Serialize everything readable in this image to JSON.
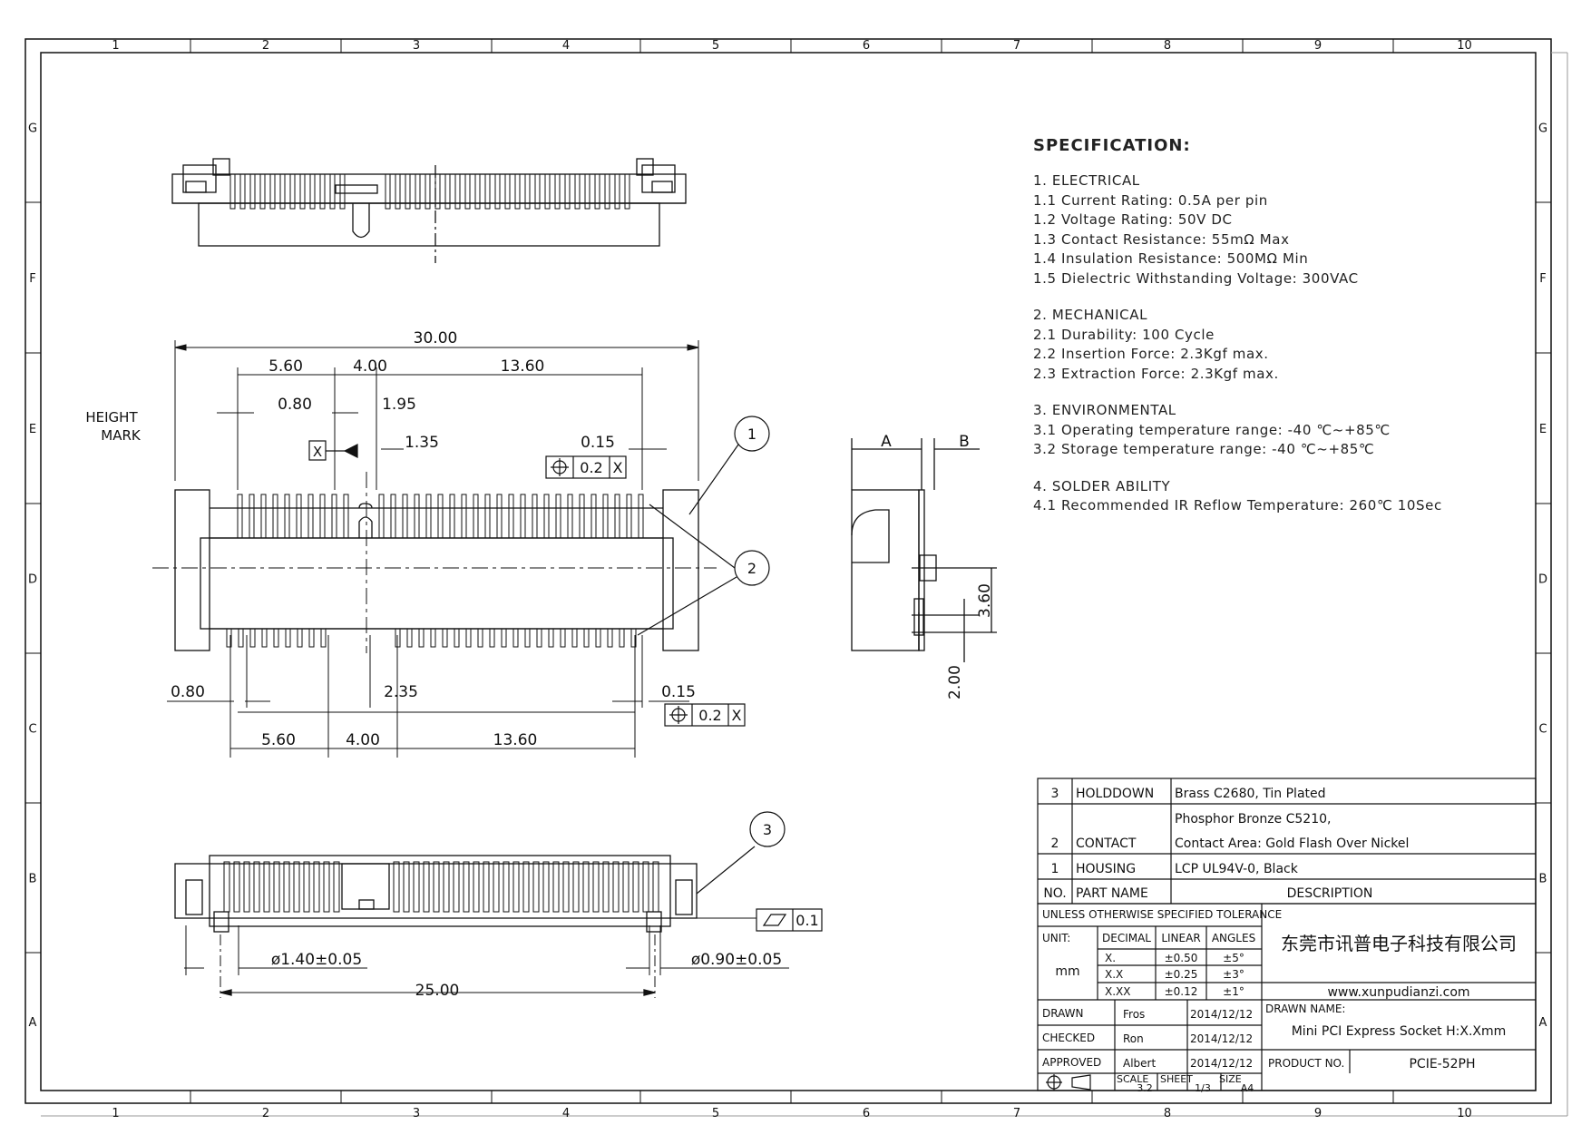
{
  "frame": {
    "columns": [
      "1",
      "2",
      "3",
      "4",
      "5",
      "6",
      "7",
      "8",
      "9",
      "10"
    ],
    "rows": [
      "G",
      "F",
      "E",
      "D",
      "C",
      "B",
      "A"
    ]
  },
  "specification": {
    "title": "SPECIFICATION:",
    "sections": [
      {
        "heading": "1.  ELECTRICAL",
        "items": [
          "1.1  Current Rating:  0.5A per pin",
          "1.2  Voltage Rating:  50V DC",
          "1.3  Contact Resistance:  55mΩ Max",
          "1.4  Insulation Resistance:  500MΩ Min",
          "1.5  Dielectric Withstanding Voltage:   300VAC"
        ]
      },
      {
        "heading": "2. MECHANICAL",
        "items": [
          "2.1  Durability:  100 Cycle",
          "2.2  Insertion Force:  2.3Kgf max.",
          "2.3  Extraction Force:  2.3Kgf max."
        ]
      },
      {
        "heading": "3. ENVIRONMENTAL",
        "items": [
          "3.1  Operating temperature range:  -40 ℃~+85℃",
          "3.2  Storage temperature range:  -40 ℃~+85℃"
        ]
      },
      {
        "heading": "4. SOLDER ABILITY",
        "items": [
          "4.1  Recommended IR Reflow  Temperature:  260℃ 10Sec"
        ]
      }
    ]
  },
  "views": {
    "height_mark_line1": "HEIGHT",
    "height_mark_line2": "MARK",
    "datum_x": "X",
    "position_tol": "0.2",
    "flatness_tol": "0.1",
    "balloons": [
      "1",
      "2",
      "3"
    ]
  },
  "dimensions": {
    "overall": "30.00",
    "top_a": "5.60",
    "top_b": "4.00",
    "top_c": "13.60",
    "pitch": "0.80",
    "key_a": "1.95",
    "key_b": "1.35",
    "tip": "0.15",
    "bot_pitch": "0.80",
    "bot_key": "2.35",
    "bot_tip": "0.15",
    "bot_a": "5.60",
    "bot_b": "4.00",
    "bot_c": "13.60",
    "side_a": "A",
    "side_b": "B",
    "side_h1": "3.60",
    "side_h2": "2.00",
    "peg_left": "ø1.40±0.05",
    "peg_right": "ø0.90±0.05",
    "peg_span": "25.00"
  },
  "bom": [
    {
      "no": "3",
      "name": "HOLDDOWN",
      "desc": [
        "Brass C2680, Tin Plated"
      ]
    },
    {
      "no": "2",
      "name": "CONTACT",
      "desc": [
        "Phosphor Bronze C5210,",
        "Contact Area: Gold Flash Over Nickel"
      ]
    },
    {
      "no": "1",
      "name": "HOUSING",
      "desc": [
        "LCP UL94V-0, Black"
      ]
    }
  ],
  "bom_header": {
    "no": "NO.",
    "name": "PART NAME",
    "desc": "DESCRIPTION"
  },
  "title_block": {
    "tolerance_title": "UNLESS OTHERWISE SPECIFIED TOLERANCE",
    "unit_label": "UNIT:",
    "unit": "mm",
    "tol_headers": [
      "DECIMAL",
      "LINEAR",
      "ANGLES"
    ],
    "tol_rows": [
      [
        "X.",
        "±0.50",
        "±5°"
      ],
      [
        "X.X",
        "±0.25",
        "±3°"
      ],
      [
        "X.XX",
        "±0.12",
        "±1°"
      ]
    ],
    "company": "东莞市讯普电子科技有限公司",
    "website": "www.xunpudianzi.com",
    "drawn_label": "DRAWN",
    "drawn_by": "Fros",
    "drawn_date": "2014/12/12",
    "checked_label": "CHECKED",
    "checked_by": "Ron",
    "checked_date": "2014/12/12",
    "approved_label": "APPROVED",
    "approved_by": "Albert",
    "approved_date": "2014/12/12",
    "drawn_name_label": "DRAWN NAME:",
    "drawn_name": "Mini PCI Express Socket H:X.Xmm",
    "product_no_label": "PRODUCT NO.",
    "product_no": "PCIE-52PH",
    "scale_label": "SCALE",
    "scale": "3.2",
    "sheet_label": "SHEET",
    "sheet": "1/3",
    "size_label": "SIZE",
    "size": "A4"
  }
}
